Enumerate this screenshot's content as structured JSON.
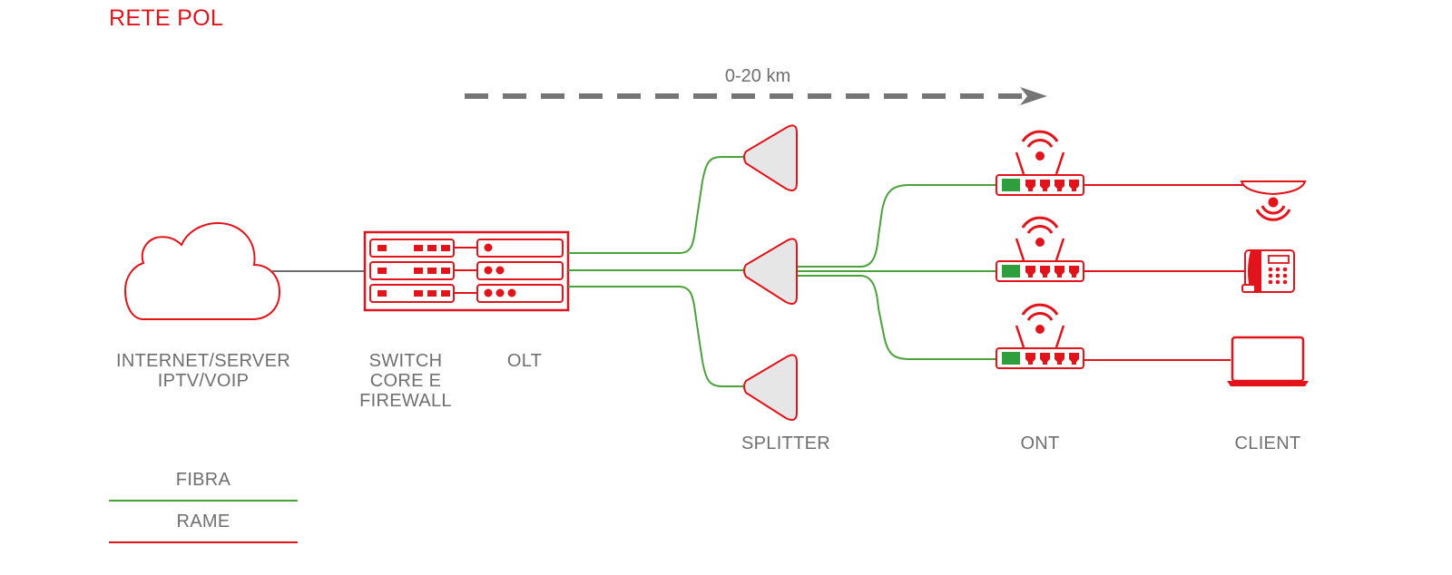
{
  "title": "RETE POL",
  "distance_label": "0-20 km",
  "nodes": {
    "internet": "INTERNET/SERVER\nIPTV/VOIP",
    "switch": "SWITCH\nCORE E\nFIREWALL",
    "olt": "OLT",
    "splitter": "SPLITTER",
    "ont": "ONT",
    "client": "CLIENT"
  },
  "legend": {
    "fiber_label": "FIBRA",
    "copper_label": "RAME"
  },
  "colors": {
    "brand_red": "#e3131c",
    "fiber_green": "#4aa33a",
    "label_gray": "#6f6f6f",
    "arrow_gray": "#757575",
    "splitter_fill": "#e6e6e6"
  }
}
